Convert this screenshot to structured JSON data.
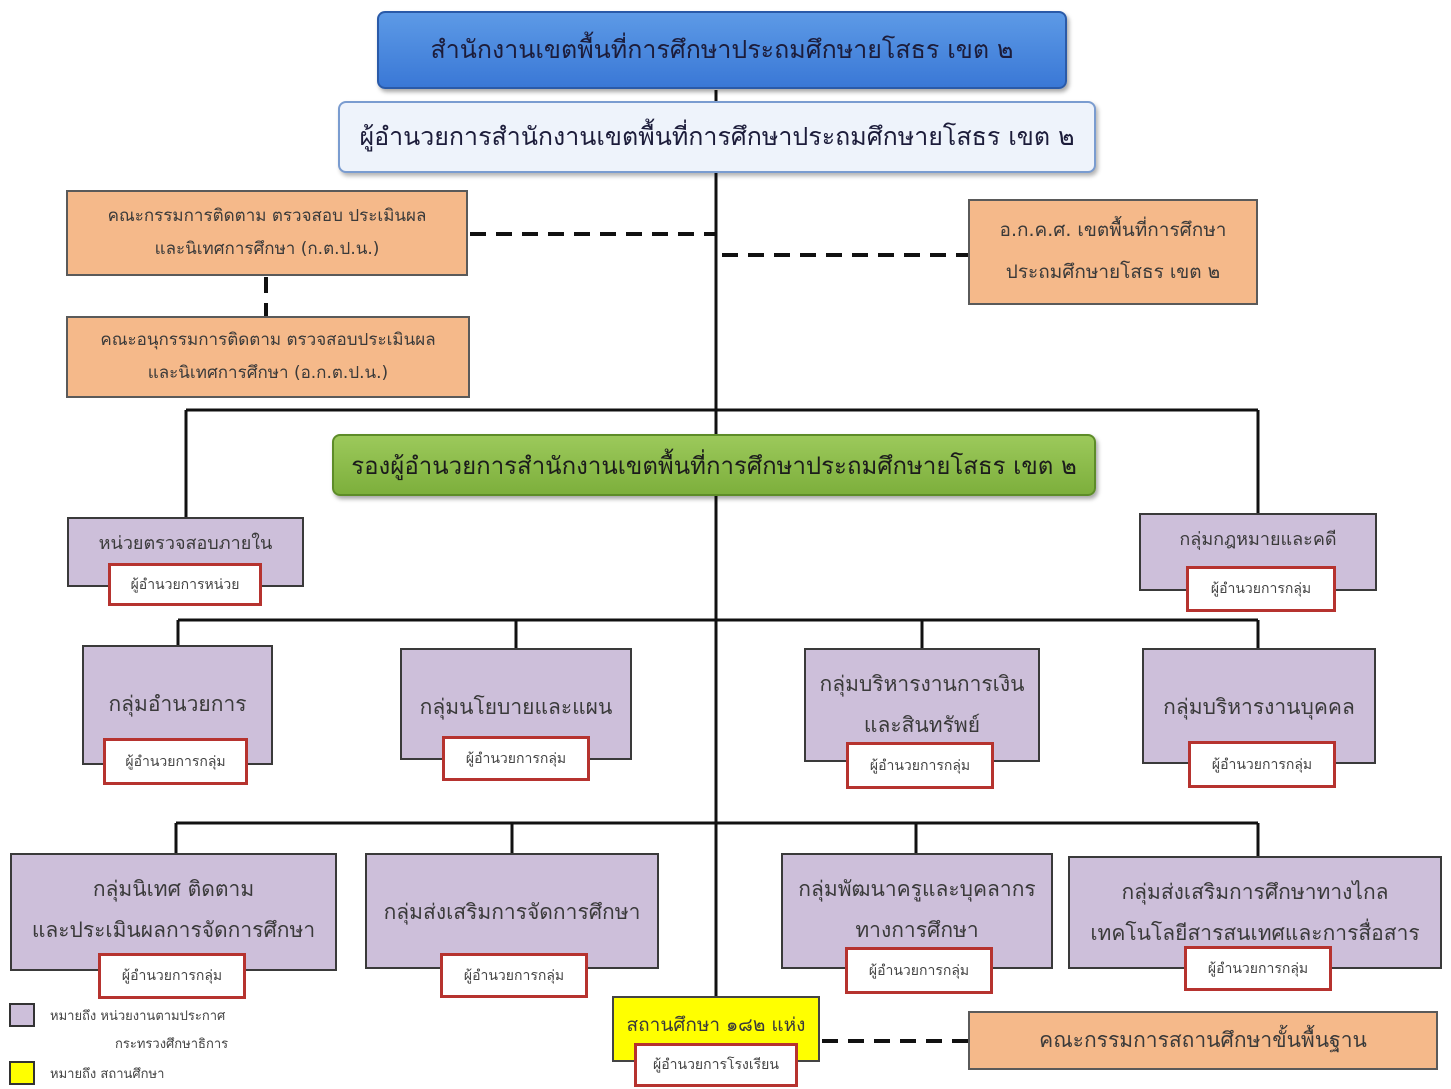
{
  "top": {
    "office": "สำนักงานเขตพื้นที่การศึกษาประถมศึกษายโสธร เขต ๒",
    "director": "ผู้อำนวยการสำนักงานเขตพื้นที่การศึกษาประถมศึกษายโสธร เขต ๒",
    "deputy": "รองผู้อำนวยการสำนักงานเขตพื้นที่การศึกษาประถมศึกษายโสธร เขต ๒"
  },
  "committees": {
    "kdpn_line1": "คณะกรรมการติดตาม ตรวจสอบ ประเมินผล",
    "kdpn_line2": "และนิเทศการศึกษา  (ก.ต.ป.น.)",
    "akdpn_line1": "คณะอนุกรรมการติดตาม ตรวจสอบประเมินผล",
    "akdpn_line2": "และนิเทศการศึกษา (อ.ก.ต.ป.น.)",
    "akks_line1": "อ.ก.ค.ศ. เขตพื้นที่การศึกษา",
    "akks_line2": "ประถมศึกษายโสธร เขต ๒",
    "school_board": "คณะกรรมการสถานศึกษาขั้นพื้นฐาน"
  },
  "units": {
    "audit": "หน่วยตรวจสอบภายใน",
    "audit_head": "ผู้อำนวยการหน่วย",
    "legal": "กลุ่มกฎหมายและคดี",
    "admin": "กลุ่มอำนวยการ",
    "policy": "กลุ่มนโยบายและแผน",
    "finance_line1": "กลุ่มบริหารงานการเงิน",
    "finance_line2": "และสินทรัพย์",
    "personnel": "กลุ่มบริหารงานบุคคล",
    "supervision_line1": "กลุ่มนิเทศ ติดตาม",
    "supervision_line2": "และประเมินผลการจัดการศึกษา",
    "promotion": "กลุ่มส่งเสริมการจัดการศึกษา",
    "teacher_dev_line1": "กลุ่มพัฒนาครูและบุคลากร",
    "teacher_dev_line2": "ทางการศึกษา",
    "distance_line1": "กลุ่มส่งเสริมการศึกษาทางไกล",
    "distance_line2": "เทคโนโลยีสารสนเทศและการสื่อสาร",
    "group_head": "ผู้อำนวยการกลุ่ม"
  },
  "schools": {
    "label": "สถานศึกษา ๑๘๒ แห่ง",
    "head": "ผู้อำนวยการโรงเรียน"
  },
  "legend": {
    "purple_line1": "หมายถึง  หน่วยงานตามประกาศ",
    "purple_line2": "กระทรวงศึกษาธิการ",
    "yellow_line1": "หมายถึง  สถานศึกษา"
  },
  "colors": {
    "blue": "#3a78d6",
    "green": "#7daf3c",
    "orange": "#f5b98a",
    "purple": "#cdbfda",
    "yellow": "#ffff00",
    "sub_border": "#b6332f"
  }
}
